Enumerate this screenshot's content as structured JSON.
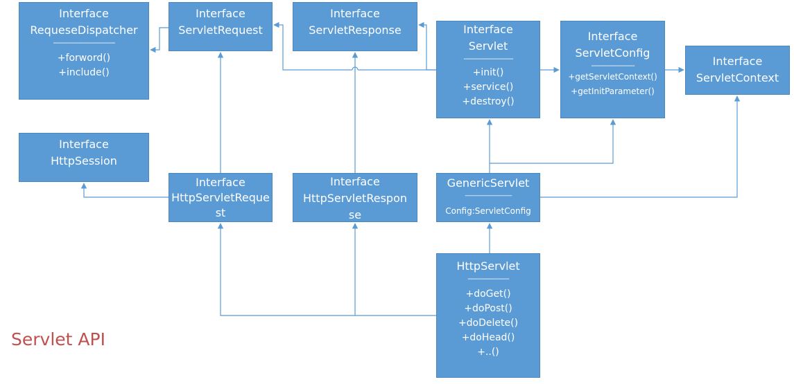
{
  "caption": "Servlet API",
  "colors": {
    "box_fill": "#5b9bd5",
    "box_text": "#ffffff",
    "connector": "#5b9bd5",
    "caption": "#c0504d"
  },
  "boxes": {
    "dispatcher": {
      "kind": "Interface",
      "name": "RequeseDispatcher",
      "separator": "------------------------------",
      "methods": [
        "+forword()",
        "+include()"
      ]
    },
    "request": {
      "kind": "Interface",
      "name": "ServletRequest"
    },
    "response": {
      "kind": "Interface",
      "name": "ServletResponse"
    },
    "servlet": {
      "kind": "Interface",
      "name": "Servlet",
      "separator": "------------------------",
      "methods": [
        "+init()",
        "+service()",
        "+destroy()"
      ]
    },
    "config": {
      "kind": "Interface",
      "name": "ServletConfig",
      "separator": "---------------------",
      "methods": [
        "+getServletContext()",
        "+getInitParameter()"
      ]
    },
    "context": {
      "kind": "Interface",
      "name": "ServletContext"
    },
    "session": {
      "kind": "Interface",
      "name": "HttpSession"
    },
    "http_request": {
      "kind": "Interface",
      "name_line1": "HttpServletReque",
      "name_line2": "st"
    },
    "http_response": {
      "kind": "Interface",
      "name_line1": "HttpServletRespon",
      "name_line2": "se"
    },
    "generic": {
      "name": "GenericServlet",
      "separator": "------------------------------",
      "field": "Config:ServletConfig"
    },
    "http_servlet": {
      "name": "HttpServlet",
      "separator": "--------------------",
      "methods": [
        "+doGet()",
        "+doPost()",
        "+doDelete()",
        "+doHead()",
        "+..()"
      ]
    }
  }
}
